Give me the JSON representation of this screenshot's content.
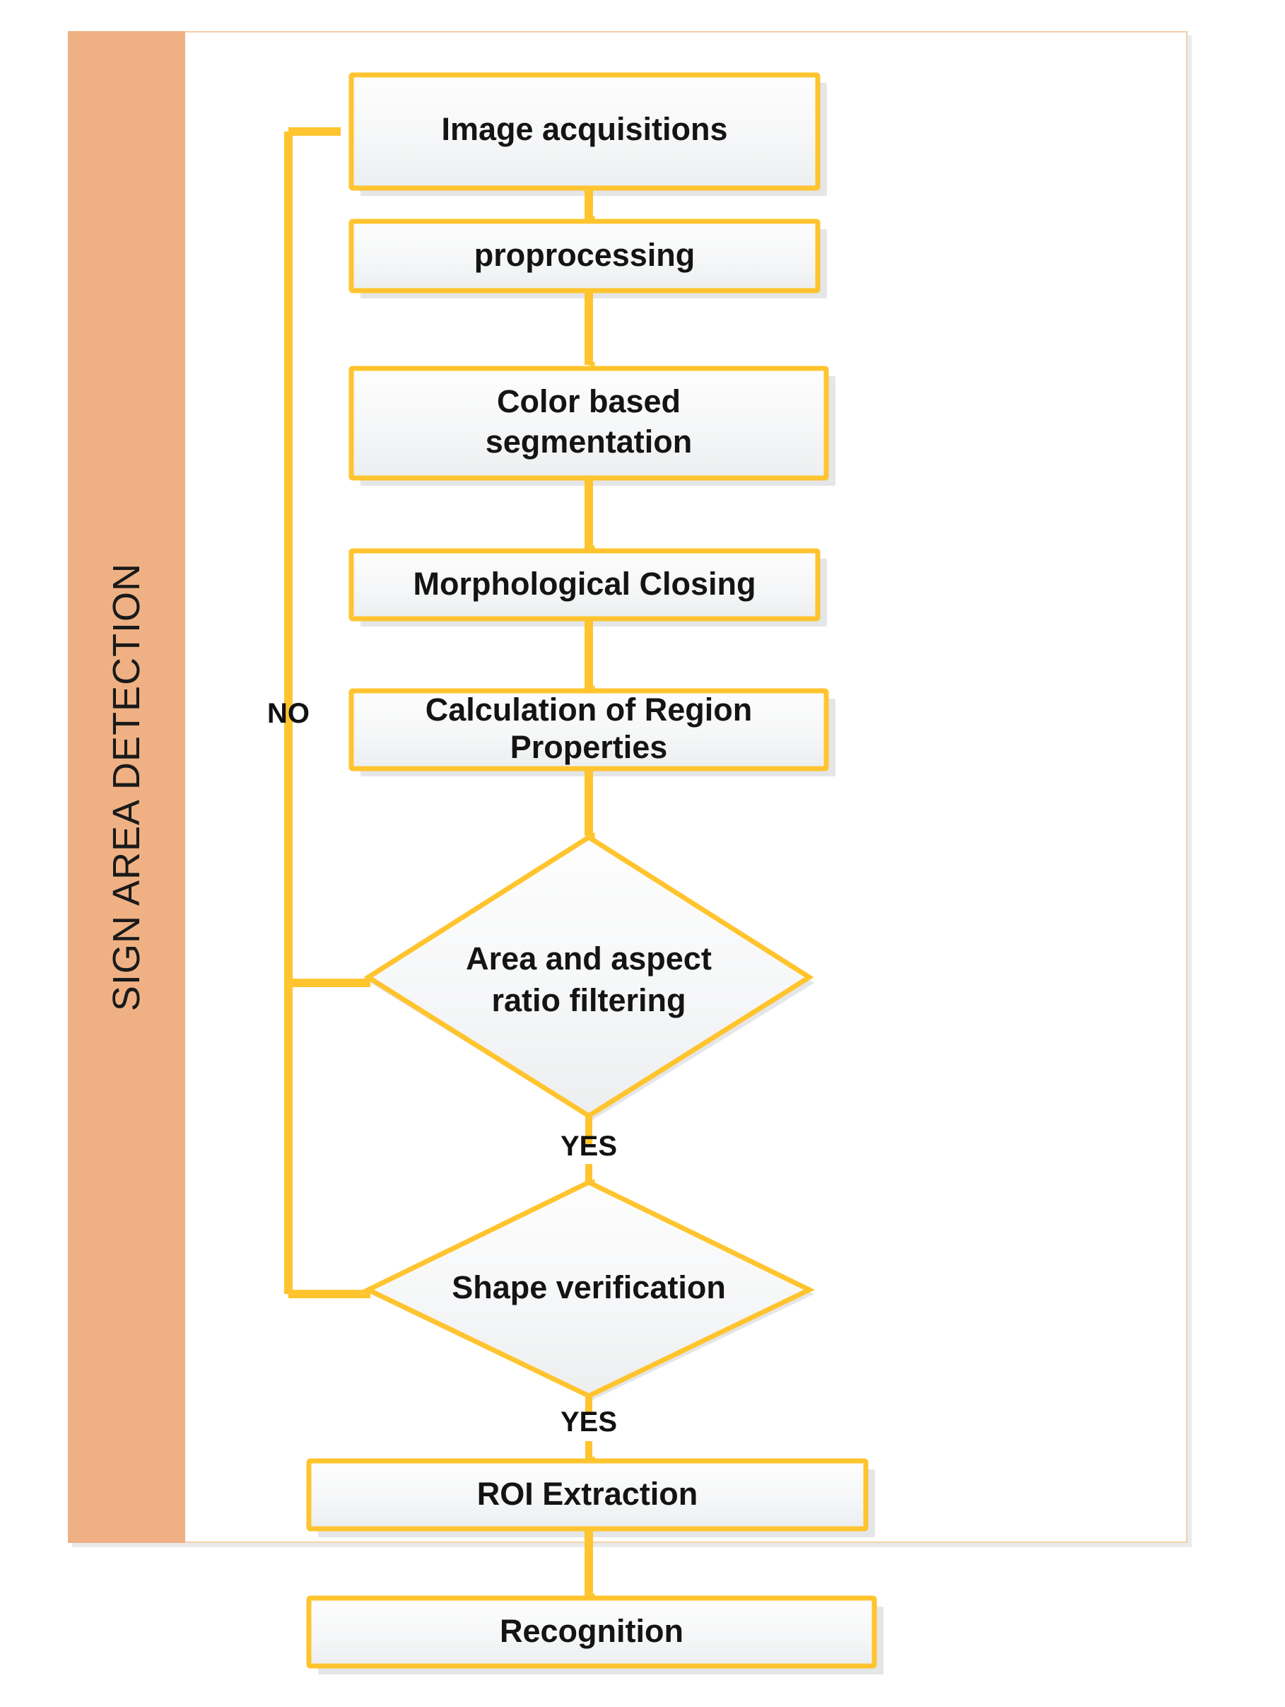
{
  "figure": {
    "band_label": "SIGN AREA DETECTION",
    "accent_color": "#efb184",
    "node_border_color": "#ffc42e",
    "node_fill_top": "#fdfdfd",
    "node_fill_bottom": "#eceeef",
    "connector_color": "#ffc42e",
    "text_color": "#141414"
  },
  "nodes": [
    {
      "id": "image-acquisitions",
      "type": "process",
      "label": "Image acquisitions"
    },
    {
      "id": "proprocessing",
      "type": "process",
      "label": "proprocessing"
    },
    {
      "id": "color-based-segmentation",
      "type": "process",
      "label_line1": "Color based",
      "label_line2": "segmentation"
    },
    {
      "id": "morphological-closing",
      "type": "process",
      "label": "Morphological Closing"
    },
    {
      "id": "calculation-of-region-properties",
      "type": "process",
      "label_line1": "Calculation of Region",
      "label_line2": "Properties"
    },
    {
      "id": "area-aspect-ratio-filtering",
      "type": "decision",
      "label_line1": "Area and aspect",
      "label_line2": "ratio filtering"
    },
    {
      "id": "shape-verification",
      "type": "decision",
      "label": "Shape verification"
    },
    {
      "id": "roi-extraction",
      "type": "process",
      "label": "ROI Extraction"
    },
    {
      "id": "recognition",
      "type": "process",
      "label": "Recognition"
    }
  ],
  "edge_labels": {
    "no": "NO",
    "yes_filtering": "YES",
    "yes_shape": "YES"
  }
}
